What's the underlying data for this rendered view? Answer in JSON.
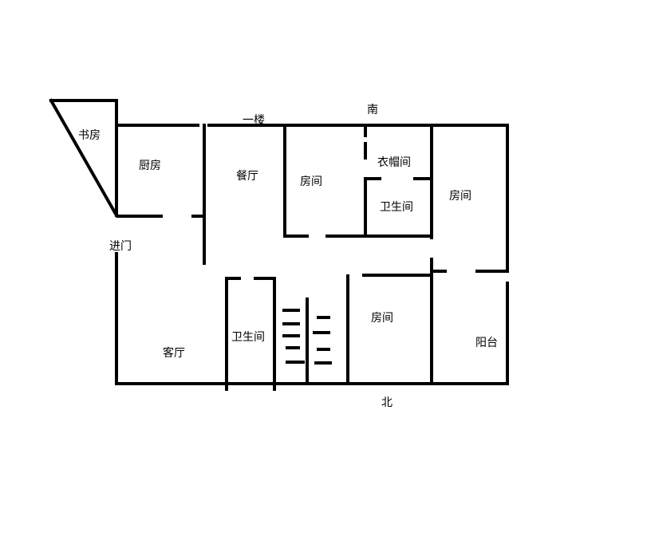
{
  "floor_label": "一楼",
  "directions": {
    "south": "南",
    "north": "北"
  },
  "rooms": {
    "study": "书房",
    "kitchen": "厨房",
    "dining": "餐厅",
    "bedroom_1": "房间",
    "cloakroom": "衣帽间",
    "bathroom_upper": "卫生间",
    "bedroom_2": "房间",
    "entrance": "进门",
    "bathroom_lower": "卫生间",
    "bedroom_3": "房间",
    "living_room": "客厅",
    "balcony": "阳台"
  }
}
